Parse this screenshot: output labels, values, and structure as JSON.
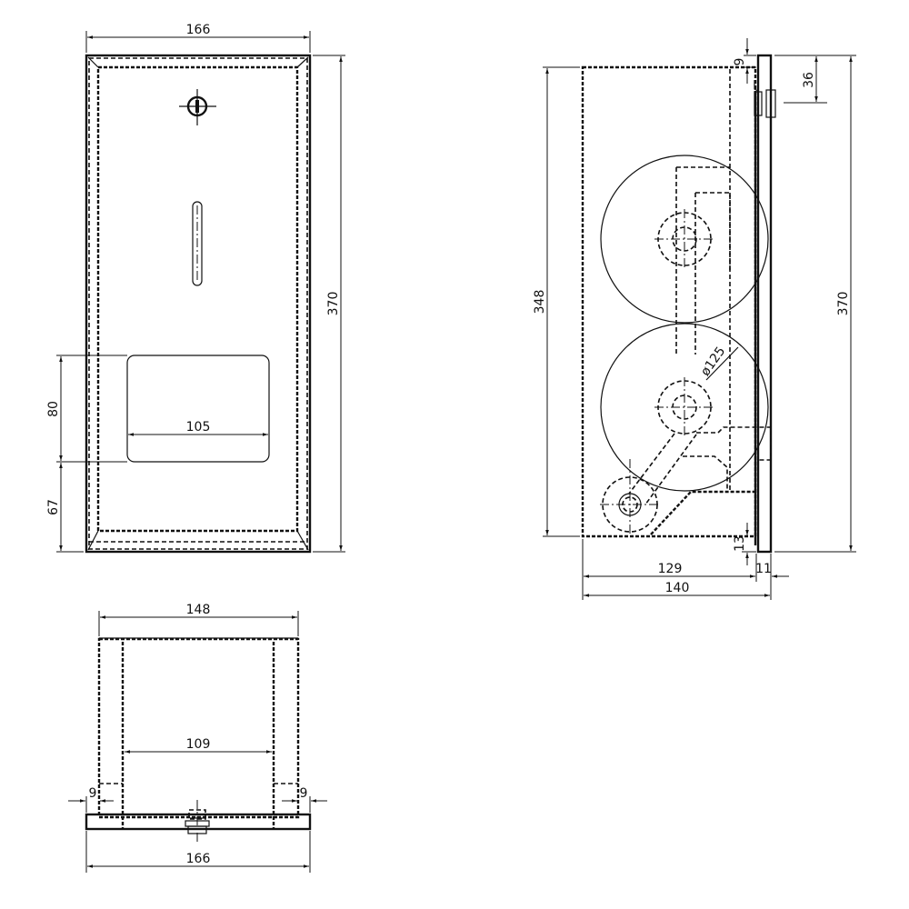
{
  "drawing": {
    "type": "technical-drawing",
    "subject": "toilet roll dispenser",
    "line_color": "#111111",
    "background": "#ffffff"
  },
  "front_view": {
    "dims": {
      "width": "166",
      "height": "370",
      "window_height": "80",
      "window_width": "105",
      "bottom_offset": "67"
    }
  },
  "side_view": {
    "dims": {
      "inner_height": "348",
      "total_height": "370",
      "top_offset": "9",
      "lock_offset": "36",
      "bottom_lip": "13",
      "body_depth": "129",
      "flange_depth": "11",
      "total_depth": "140",
      "roll_diameter": "ø125"
    }
  },
  "top_view": {
    "dims": {
      "outer_width": "148",
      "inner_width": "109",
      "left_flange": "9",
      "right_flange": "9",
      "total_width": "166"
    }
  }
}
